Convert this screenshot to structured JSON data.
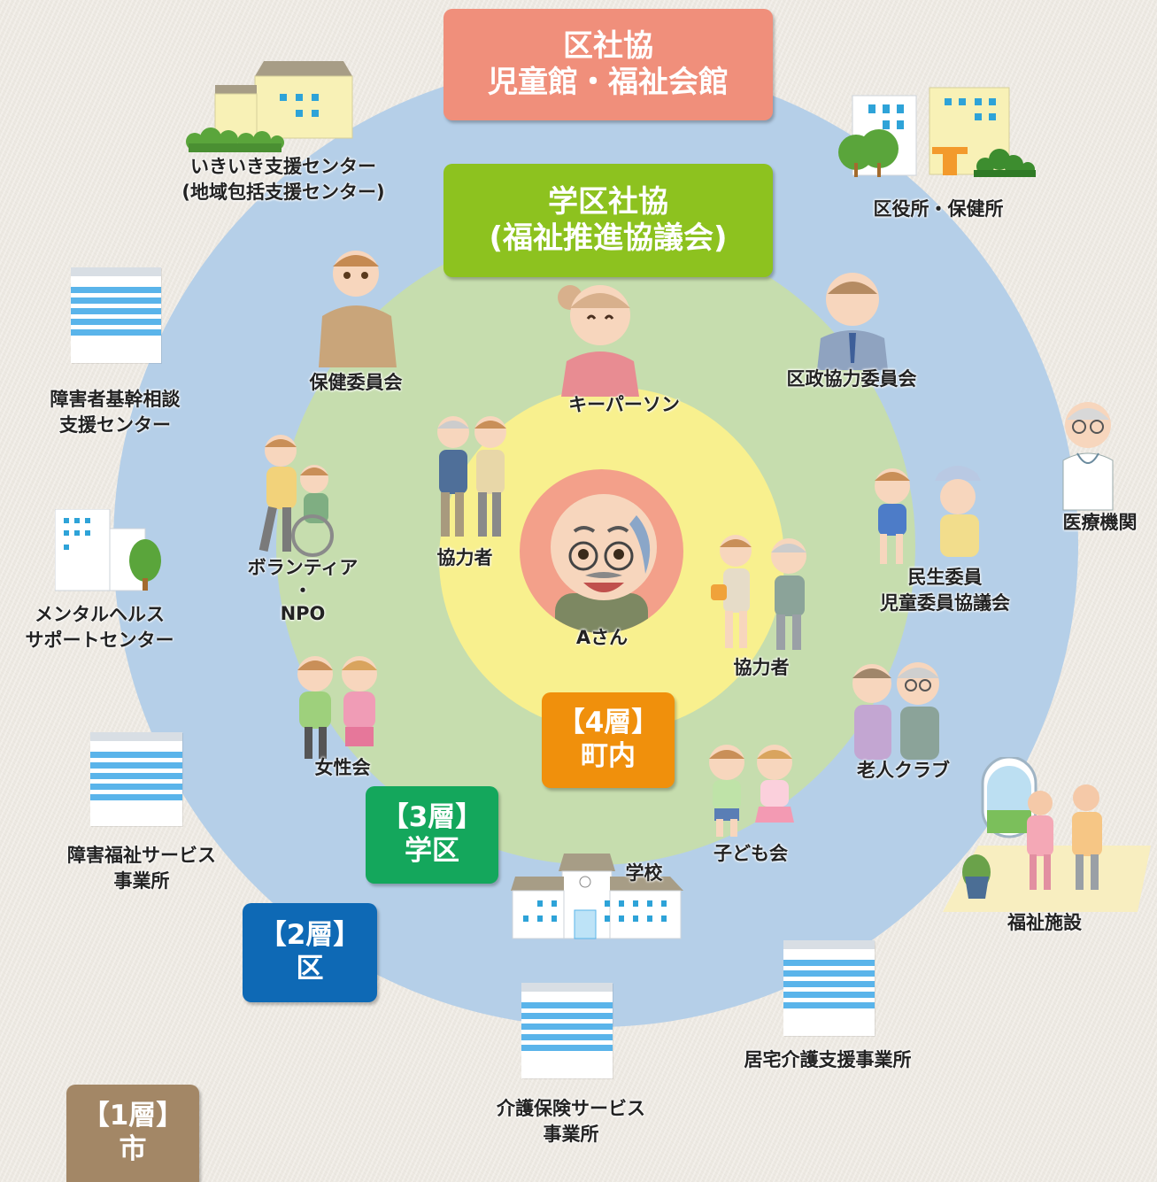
{
  "boxes": {
    "kushakyo": [
      "区社協",
      "児童館・福祉会館"
    ],
    "gakkushakyo": [
      "学区社協",
      "(福祉推進協議会)"
    ],
    "layer4": [
      "【4層】",
      "町内"
    ],
    "layer3": [
      "【3層】",
      "学区"
    ],
    "layer2": [
      "【2層】",
      "区"
    ],
    "layer1": [
      "【1層】",
      "市"
    ]
  },
  "center_person": "Aさん",
  "labels": {
    "ikiiki": [
      "いきいき支援センター",
      "(地域包括支援センター)"
    ],
    "kuyakusho": "区役所・保健所",
    "shogaisha_kikan": [
      "障害者基幹相談",
      "支援センター"
    ],
    "hoken_iinkai": "保健委員会",
    "keyperson": "キーパーソン",
    "kusei_kyoryoku": "区政協力委員会",
    "iryo": "医療機関",
    "volunteer": [
      "ボランティア",
      "・",
      "NPO"
    ],
    "kyoryokusha_left": "協力者",
    "kyoryokusha_right": "協力者",
    "minsei": [
      "民生委員",
      "児童委員協議会"
    ],
    "mental": [
      "メンタルヘルス",
      "サポートセンター"
    ],
    "josei": "女性会",
    "rojin": "老人クラブ",
    "kodomo": "子ども会",
    "gakko": "学校",
    "shogai_fukushi": [
      "障害福祉サービス",
      "事業所"
    ],
    "fukushi_shisetsu": "福祉施設",
    "kyotaku": "居宅介護支援事業所",
    "kaigo_hoken": [
      "介護保険サービス",
      "事業所"
    ]
  },
  "colors": {
    "ring_ku": "#b5cfe8",
    "ring_gakku": "#c6ddae",
    "ring_chonai": "#f8f08e",
    "kushakyo": "#f08f7b",
    "gakkushakyo": "#8dc21f",
    "layer4": "#f0900c",
    "layer3": "#14a75c",
    "layer2": "#0e69b5",
    "layer1": "#a38766"
  }
}
